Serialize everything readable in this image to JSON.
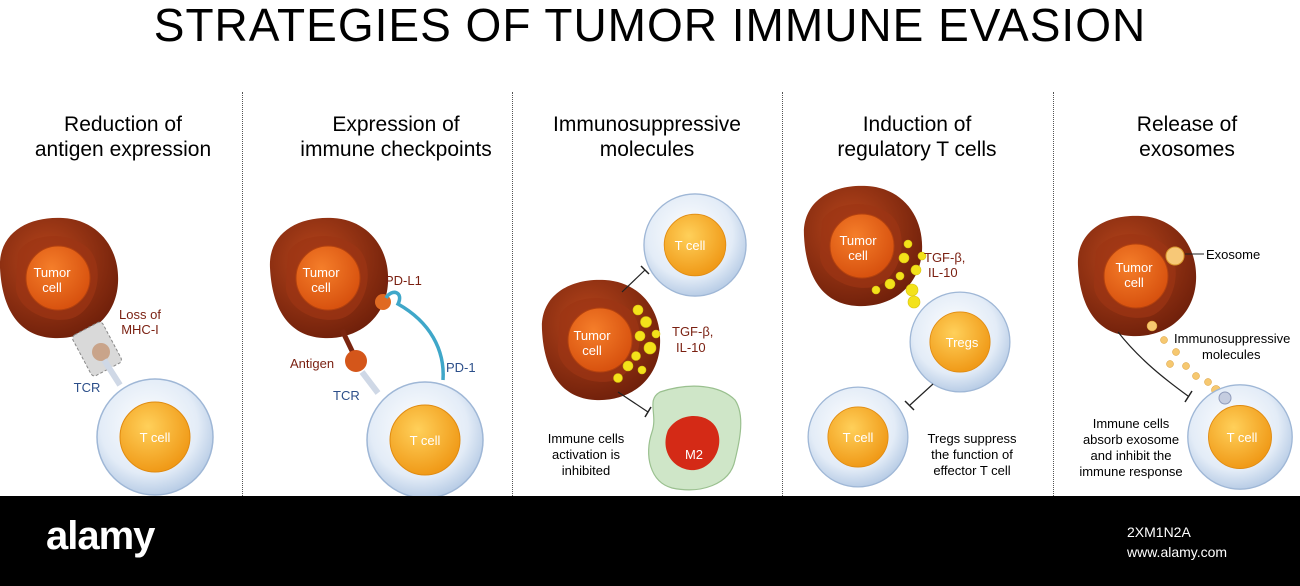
{
  "title": "STRATEGIES OF TUMOR IMMUNE EVASION",
  "panels": [
    {
      "heading": "Reduction of\nantigen expression"
    },
    {
      "heading": "Expression of\nimmune checkpoints"
    },
    {
      "heading": "Immunosuppressive\nmolecules"
    },
    {
      "heading": "Induction of\nregulatory T cells"
    },
    {
      "heading": "Release of\nexosomes"
    }
  ],
  "labels": {
    "tumor_line1": "Tumor",
    "tumor_line2": "cell",
    "t_cell": "T cell",
    "loss_line1": "Loss of",
    "loss_line2": "MHC-I",
    "tcr": "TCR",
    "pdl1": "PD-L1",
    "pd1": "PD-1",
    "antigen": "Antigen",
    "tgf_line1": "TGF-β,",
    "tgf_line2": "IL-10",
    "m2": "M2",
    "activation_line1": "Immune cells",
    "activation_line2": "activation is",
    "activation_line3": "inhibited",
    "tregs": "Tregs",
    "tregs_line1": "Tregs suppress",
    "tregs_line2": "the function of",
    "tregs_line3": "effector T cell",
    "exosome": "Exosome",
    "immuno_line1": "Immunosuppressive",
    "immuno_line2": "molecules",
    "absorb_line1": "Immune cells",
    "absorb_line2": "absorb exosome",
    "absorb_line3": "and inhibit the",
    "absorb_line4": "immune response"
  },
  "footer": {
    "brand": "alamy",
    "image_id": "2XM1N2A",
    "site": "www.alamy.com"
  },
  "colors": {
    "tumor_outer": "#8a2a0e",
    "tumor_mid": "#b0421a",
    "tumor_nucleus": "#e8641c",
    "tcell_outer": "#d9e6f4",
    "tcell_nucleus": "#f6a21e",
    "tgf_dots": "#f3e21a",
    "receptor_blue": "#3fa7c9",
    "label_red": "#7a1f10",
    "label_blue": "#2c4f8a"
  }
}
